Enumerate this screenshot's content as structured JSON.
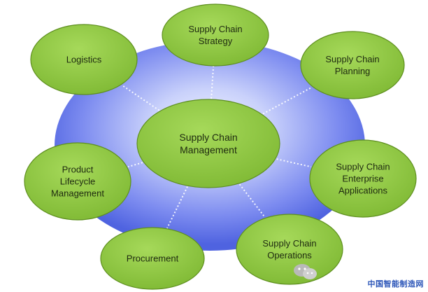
{
  "center": {
    "lines": [
      "Supply Chain",
      "Management"
    ]
  },
  "nodes": [
    {
      "id": "strategy",
      "lines": [
        "Supply Chain",
        "Strategy"
      ]
    },
    {
      "id": "planning",
      "lines": [
        "Supply Chain",
        "Planning"
      ]
    },
    {
      "id": "enterprise-applications",
      "lines": [
        "Supply Chain",
        "Enterprise",
        "Applications"
      ]
    },
    {
      "id": "operations",
      "lines": [
        "Supply Chain",
        "Operations"
      ]
    },
    {
      "id": "procurement",
      "lines": [
        "Procurement"
      ]
    },
    {
      "id": "product-lifecycle-management",
      "lines": [
        "Product",
        "Lifecycle",
        "Management"
      ]
    },
    {
      "id": "logistics",
      "lines": [
        "Logistics"
      ]
    }
  ],
  "colors": {
    "node_fill": "#8cc63f",
    "node_stroke": "#5e8f1f",
    "halo_light": "#eef2ff",
    "halo_dark": "#5a6ee8",
    "connector": "#ffffff",
    "watermark": "#2b55b8"
  },
  "watermark": {
    "text": "中国智能制造网"
  },
  "icons": {
    "watermark_logo": "wechat-icon"
  }
}
